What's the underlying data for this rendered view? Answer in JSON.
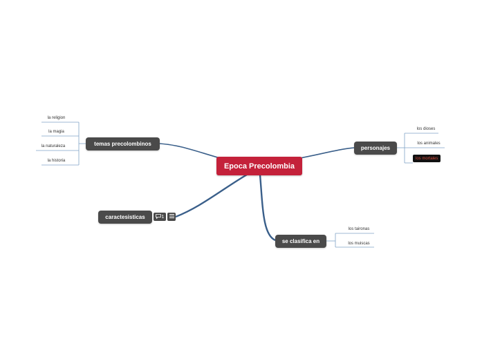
{
  "central": {
    "label": "Epoca Precolombia"
  },
  "branches": {
    "temas": {
      "label": "temas precolombinos",
      "children": [
        "la religion",
        "la magia",
        "la naturaleza",
        "la historia"
      ]
    },
    "personajes": {
      "label": "personajes",
      "children": [
        "los dioses",
        "los animales",
        "los mortales"
      ]
    },
    "caracteristicas": {
      "label": "caractesisticas",
      "comment_count": "1"
    },
    "clasifica": {
      "label": "se clasifica en",
      "children": [
        "los taironas",
        "los muiscas"
      ]
    }
  },
  "colors": {
    "central": "#c4213a",
    "topic": "#4a4a4a",
    "main_connector": "#3a5f8a",
    "leaf_connector": "#7fa2c6",
    "highlight_text": "#d54a3a"
  },
  "icons": {
    "comment": "speech-bubble-icon",
    "notes": "notes-lines-icon"
  }
}
